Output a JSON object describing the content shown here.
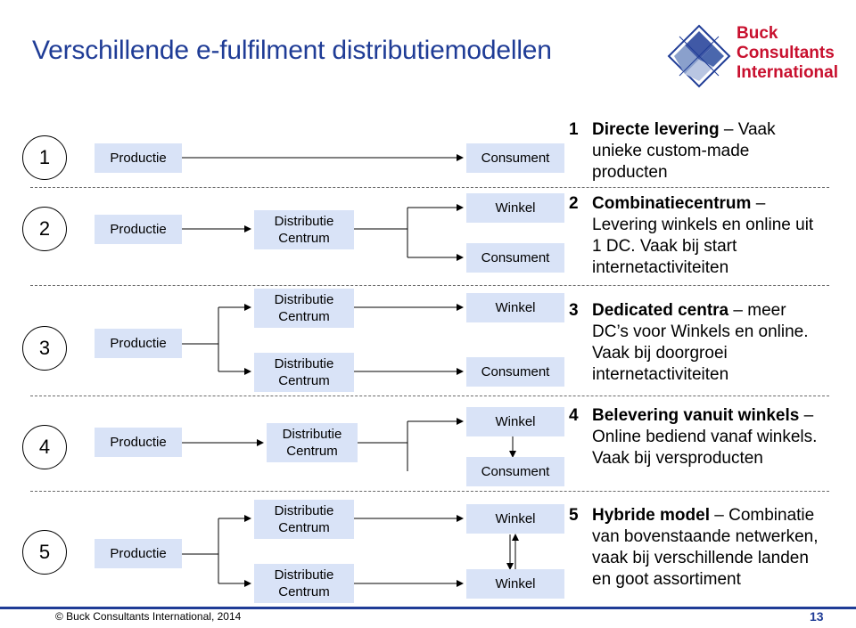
{
  "title": "Verschillende e-fulfilment distributiemodellen",
  "brand": {
    "line1": "Buck",
    "line2": "Consultants",
    "line3": "International"
  },
  "models": [
    {
      "num": "1",
      "production": "Productie",
      "dc": [],
      "outlets": [
        "Consument"
      ]
    },
    {
      "num": "2",
      "production": "Productie",
      "dc": [
        "Distributie Centrum"
      ],
      "outlets": [
        "Winkel",
        "Consument"
      ]
    },
    {
      "num": "3",
      "production": "Productie",
      "dc": [
        "Distributie Centrum",
        "Distributie Centrum"
      ],
      "outlets": [
        "Winkel",
        "Consument"
      ]
    },
    {
      "num": "4",
      "production": "Productie",
      "dc": [
        "Distributie Centrum"
      ],
      "outlets": [
        "Winkel",
        "Consument"
      ]
    },
    {
      "num": "5",
      "production": "Productie",
      "dc": [
        "Distributie Centrum",
        "Distributie Centrum"
      ],
      "outlets": [
        "Winkel",
        "Winkel"
      ]
    }
  ],
  "descriptions": [
    {
      "num": "1",
      "heading": "Directe levering",
      "dash": " – ",
      "line1_rest": "Vaak",
      "cont": [
        "unieke custom-made",
        "producten"
      ]
    },
    {
      "num": "2",
      "heading": "Combinatiecentrum",
      "dash": " – ",
      "line1_rest": "",
      "cont": [
        "Levering winkels en online uit",
        "1 DC. Vaak bij start",
        "internetactiviteiten"
      ]
    },
    {
      "num": "3",
      "heading": "Dedicated centra",
      "dash": " – ",
      "line1_rest": "meer",
      "cont": [
        "DC’s voor Winkels en online.",
        "Vaak bij doorgroei",
        "internetactiviteiten"
      ]
    },
    {
      "num": "4",
      "heading": "Belevering vanuit winkels",
      "dash": " – ",
      "line1_rest": "",
      "cont": [
        "Online bediend vanaf winkels.",
        "Vaak bij versproducten"
      ]
    },
    {
      "num": "5",
      "heading": "Hybride model",
      "dash": " – ",
      "line1_rest": "Combinatie",
      "cont": [
        "van bovenstaande netwerken,",
        "vaak bij verschillende landen",
        "en goot assortiment"
      ]
    }
  ],
  "footer": "© Buck Consultants International, 2014",
  "page_number": "13",
  "colors": {
    "title": "#1f3c96",
    "box_fill": "#d9e3f7",
    "brand": "#c8102e",
    "footer_rule": "#1f3c96"
  }
}
